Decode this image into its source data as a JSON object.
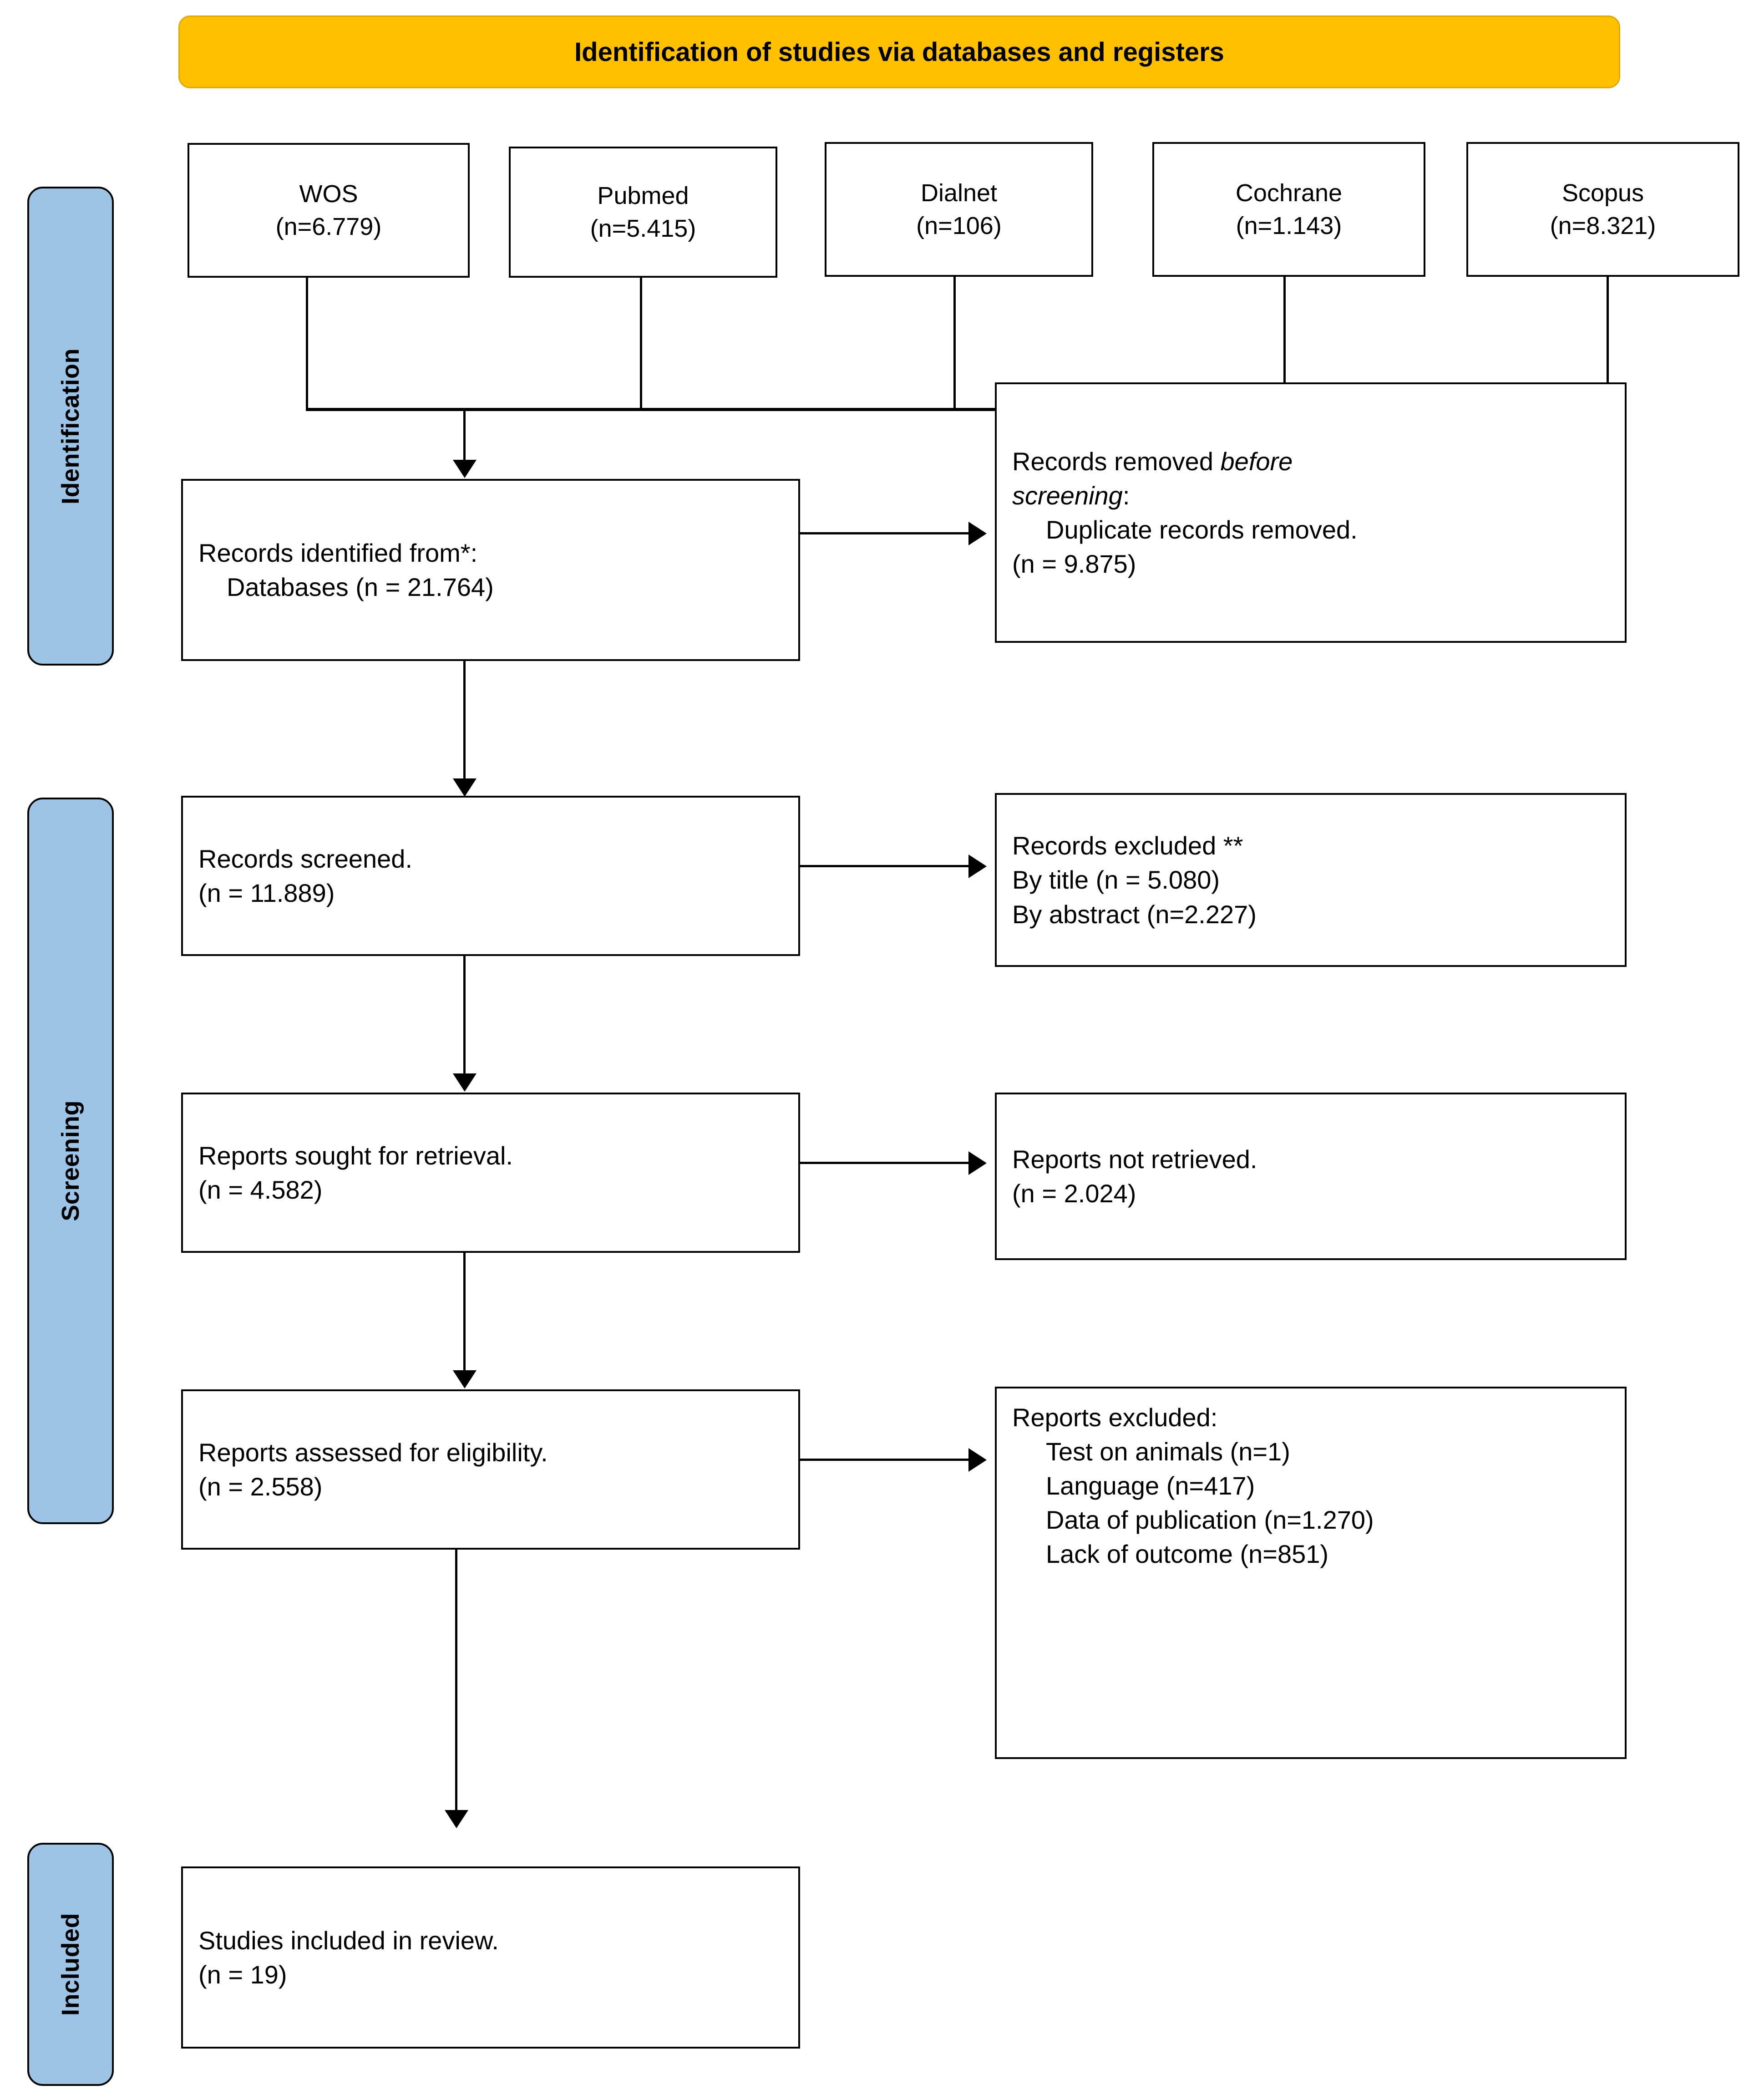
{
  "header": {
    "title": "Identification of studies via databases and registers"
  },
  "phases": [
    {
      "id": "identification",
      "label": "Identification"
    },
    {
      "id": "screening",
      "label": "Screening"
    },
    {
      "id": "included",
      "label": "Included"
    }
  ],
  "sources": [
    {
      "name": "WOS",
      "count": "(n=6.779)"
    },
    {
      "name": "Pubmed",
      "count": "(n=5.415)"
    },
    {
      "name": "Dialnet",
      "count": "(n=106)"
    },
    {
      "name": "Cochrane",
      "count": "(n=1.143)"
    },
    {
      "name": "Scopus",
      "count": "(n=8.321)"
    }
  ],
  "boxes": {
    "identified": {
      "line1": "Records identified from*:",
      "line2": "Databases (n = 21.764)"
    },
    "removed": {
      "line1a": "Records removed ",
      "line1b": "before",
      "line2a": "screening",
      "line2b": ":",
      "line3": "Duplicate records removed.",
      "line4": "(n = 9.875)"
    },
    "screened": {
      "line1": "Records screened.",
      "line2": "(n = 11.889)"
    },
    "records_excluded": {
      "line1": "Records excluded **",
      "line2": "By title (n = 5.080)",
      "line3": "By abstract (n=2.227)"
    },
    "sought": {
      "line1": "Reports sought for retrieval.",
      "line2": "(n = 4.582)"
    },
    "not_retrieved": {
      "line1": "Reports not retrieved.",
      "line2": "(n = 2.024)"
    },
    "assessed": {
      "line1": "Reports assessed for eligibility.",
      "line2": "(n = 2.558)"
    },
    "reports_excluded": {
      "title": "Reports excluded:",
      "reasons": [
        "Test on animals (n=1)",
        "Language (n=417)",
        "Data of publication (n=1.270)",
        "Lack of outcome (n=851)"
      ]
    },
    "included_studies": {
      "line1": "Studies included in review.",
      "line2": "(n = 19)"
    }
  },
  "colors": {
    "banner": "#FFC000",
    "phase_bar": "#9DC3E6",
    "box_border": "#000000",
    "background": "#FFFFFF"
  }
}
